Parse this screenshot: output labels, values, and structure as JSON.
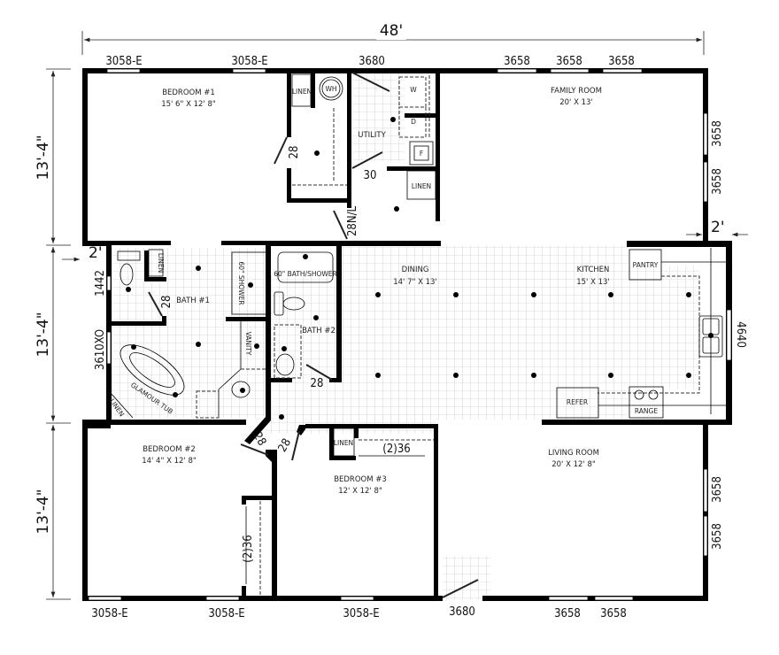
{
  "plan": {
    "overall_width": "48'",
    "sections": [
      {
        "height": "13'-4\""
      },
      {
        "height": "13'-4\""
      },
      {
        "height": "13'-4\""
      }
    ],
    "offsets": {
      "left": "2'",
      "right": "2'"
    }
  },
  "rooms": {
    "bedroom1": {
      "name": "BEDROOM #1",
      "size": "15' 6\" X 12' 8\""
    },
    "family": {
      "name": "FAMILY ROOM",
      "size": "20' X 13'"
    },
    "utility": {
      "name": "UTILITY"
    },
    "dining": {
      "name": "DINING",
      "size": "14' 7\"  X 13'"
    },
    "kitchen": {
      "name": "KITCHEN",
      "size": "15' X 13'"
    },
    "bath1": {
      "name": "BATH #1"
    },
    "bath2": {
      "name": "BATH #2"
    },
    "bedroom2": {
      "name": "BEDROOM #2",
      "size": "14' 4\" X 12' 8\""
    },
    "bedroom3": {
      "name": "BEDROOM #3",
      "size": "12' X 12' 8\""
    },
    "living": {
      "name": "LIVING ROOM",
      "size": "20' X 12' 8\""
    }
  },
  "fixtures": {
    "linen": "LINEN",
    "wh": "WH",
    "washer": "W",
    "dryer": "D",
    "furnace": "F",
    "shower60": "60\" SHOWER",
    "bathshower60": "60\" BATH/SHOWER",
    "vanity": "VANITY",
    "glamour_tub": "GLAMOUR TUB",
    "pantry": "PANTRY",
    "refer": "REFER",
    "range": "RANGE"
  },
  "windows": {
    "top": [
      "3058-E",
      "3058-E",
      "3658",
      "3658",
      "3658"
    ],
    "top_door": "3680",
    "right_upper": [
      "3658",
      "3658"
    ],
    "right_kitchen": "4640",
    "right_lower": [
      "3658",
      "3658"
    ],
    "left_bath": [
      "1442",
      "3610XO"
    ],
    "bottom": [
      "3058-E",
      "3058-E",
      "3058-E",
      "3658",
      "3658"
    ],
    "bottom_door": "3680"
  },
  "doors": {
    "bed1_closet": "28",
    "utility": "30",
    "bed1": "28N/L",
    "bath1_wc": "28",
    "bath2": "28",
    "bed2": "28",
    "bed3": "28",
    "bed3_closet": "(2)36",
    "bed2_closet": "(2)36"
  }
}
